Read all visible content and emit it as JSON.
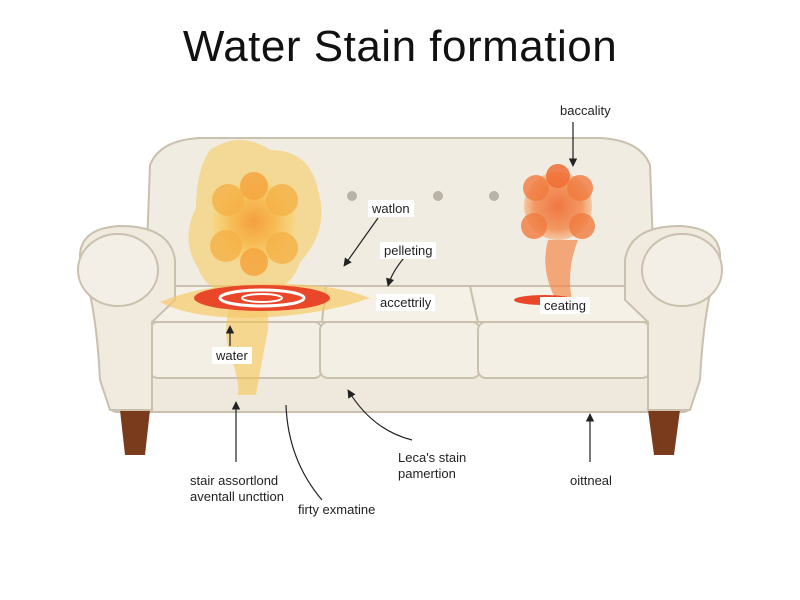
{
  "title": "Water Stain formation",
  "labels": {
    "top_right": "baccality",
    "watlon": "watlon",
    "pelleting": "pelleting",
    "accettrily": "accettrily",
    "ceating": "ceating",
    "water": "water",
    "stair_line1": "stair assortlond",
    "stair_line2": "aventall uncttion",
    "lecas_line1": "Leca's stain",
    "lecas_line2": "pamertion",
    "firty": "firty exmatine",
    "oittneal": "oittneal"
  },
  "colors": {
    "sofa_fill": "#f1ece1",
    "sofa_stroke": "#c9c0ae",
    "stain_yellow": "#f5c24a",
    "stain_orange": "#f08a3a",
    "ring_red": "#e8472a",
    "legs": "#7a3b1c"
  }
}
